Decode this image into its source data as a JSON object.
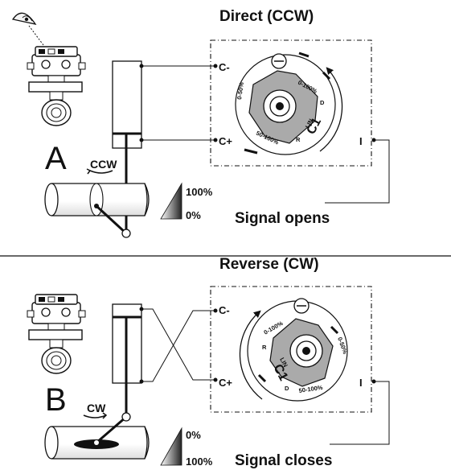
{
  "direct": {
    "title": "Direct (CCW)",
    "letter": "A",
    "rotation_label": "CCW",
    "terminal_neg": "C-",
    "terminal_pos": "C+",
    "terminal_i": "I",
    "dial": {
      "range_a": "0-100%",
      "range_b": "50-100%",
      "range_c": "0-50%",
      "letter_d": "D",
      "letter_r": "R",
      "mode": "C1",
      "lin": "LIN"
    },
    "scale_top": "100%",
    "scale_bottom": "0%",
    "signal": "Signal opens"
  },
  "reverse": {
    "title": "Reverse (CW)",
    "letter": "B",
    "rotation_label": "CW",
    "terminal_neg": "C-",
    "terminal_pos": "C+",
    "terminal_i": "I",
    "dial": {
      "range_a": "0-100%",
      "range_b": "50-100%",
      "range_c": "0-50%",
      "letter_d": "D",
      "letter_r": "R",
      "mode": "C1",
      "lin": "LIN"
    },
    "scale_top": "0%",
    "scale_bottom": "100%",
    "signal": "Signal closes"
  }
}
